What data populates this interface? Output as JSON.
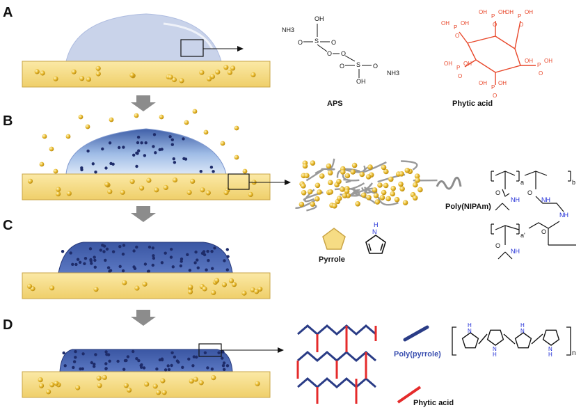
{
  "panels": [
    {
      "letter": "A"
    },
    {
      "letter": "B"
    },
    {
      "letter": "C"
    },
    {
      "letter": "D"
    }
  ],
  "panel_a": {
    "aps_label": "APS",
    "phytic_label": "Phytic acid",
    "aps_nh3_left": "NH3",
    "aps_nh3_right": "NH3",
    "aps_oh_top": "OH",
    "aps_oh_bottom": "OH",
    "atom_o": "O",
    "atom_s": "S",
    "atom_p": "P",
    "phytic_oh": "OH"
  },
  "panel_b": {
    "polymer_label": "Poly(NIPAm)",
    "sub_a": "a",
    "sub_b": "b",
    "sub_a_prime": "a'",
    "nh": "NH",
    "o": "O"
  },
  "panel_c": {
    "pyrrole_label": "Pyrrole",
    "nh": "H"
  },
  "panel_d": {
    "polypyrrole_label": "Poly(pyrrole)",
    "phytic_label": "Phytic acid",
    "subscript_n": "n",
    "nh": "N",
    "h": "H"
  },
  "colors": {
    "substrate": "#f6dc84",
    "bead": "#e5b62a",
    "droplet": "#c9d3ea",
    "gel_blue": "#4a66b0",
    "dark_blue": "#1e2c6a",
    "red": "#e52b2b",
    "nitrogen": "#1e2bd6",
    "arrow_gray": "#8c8c8c"
  }
}
